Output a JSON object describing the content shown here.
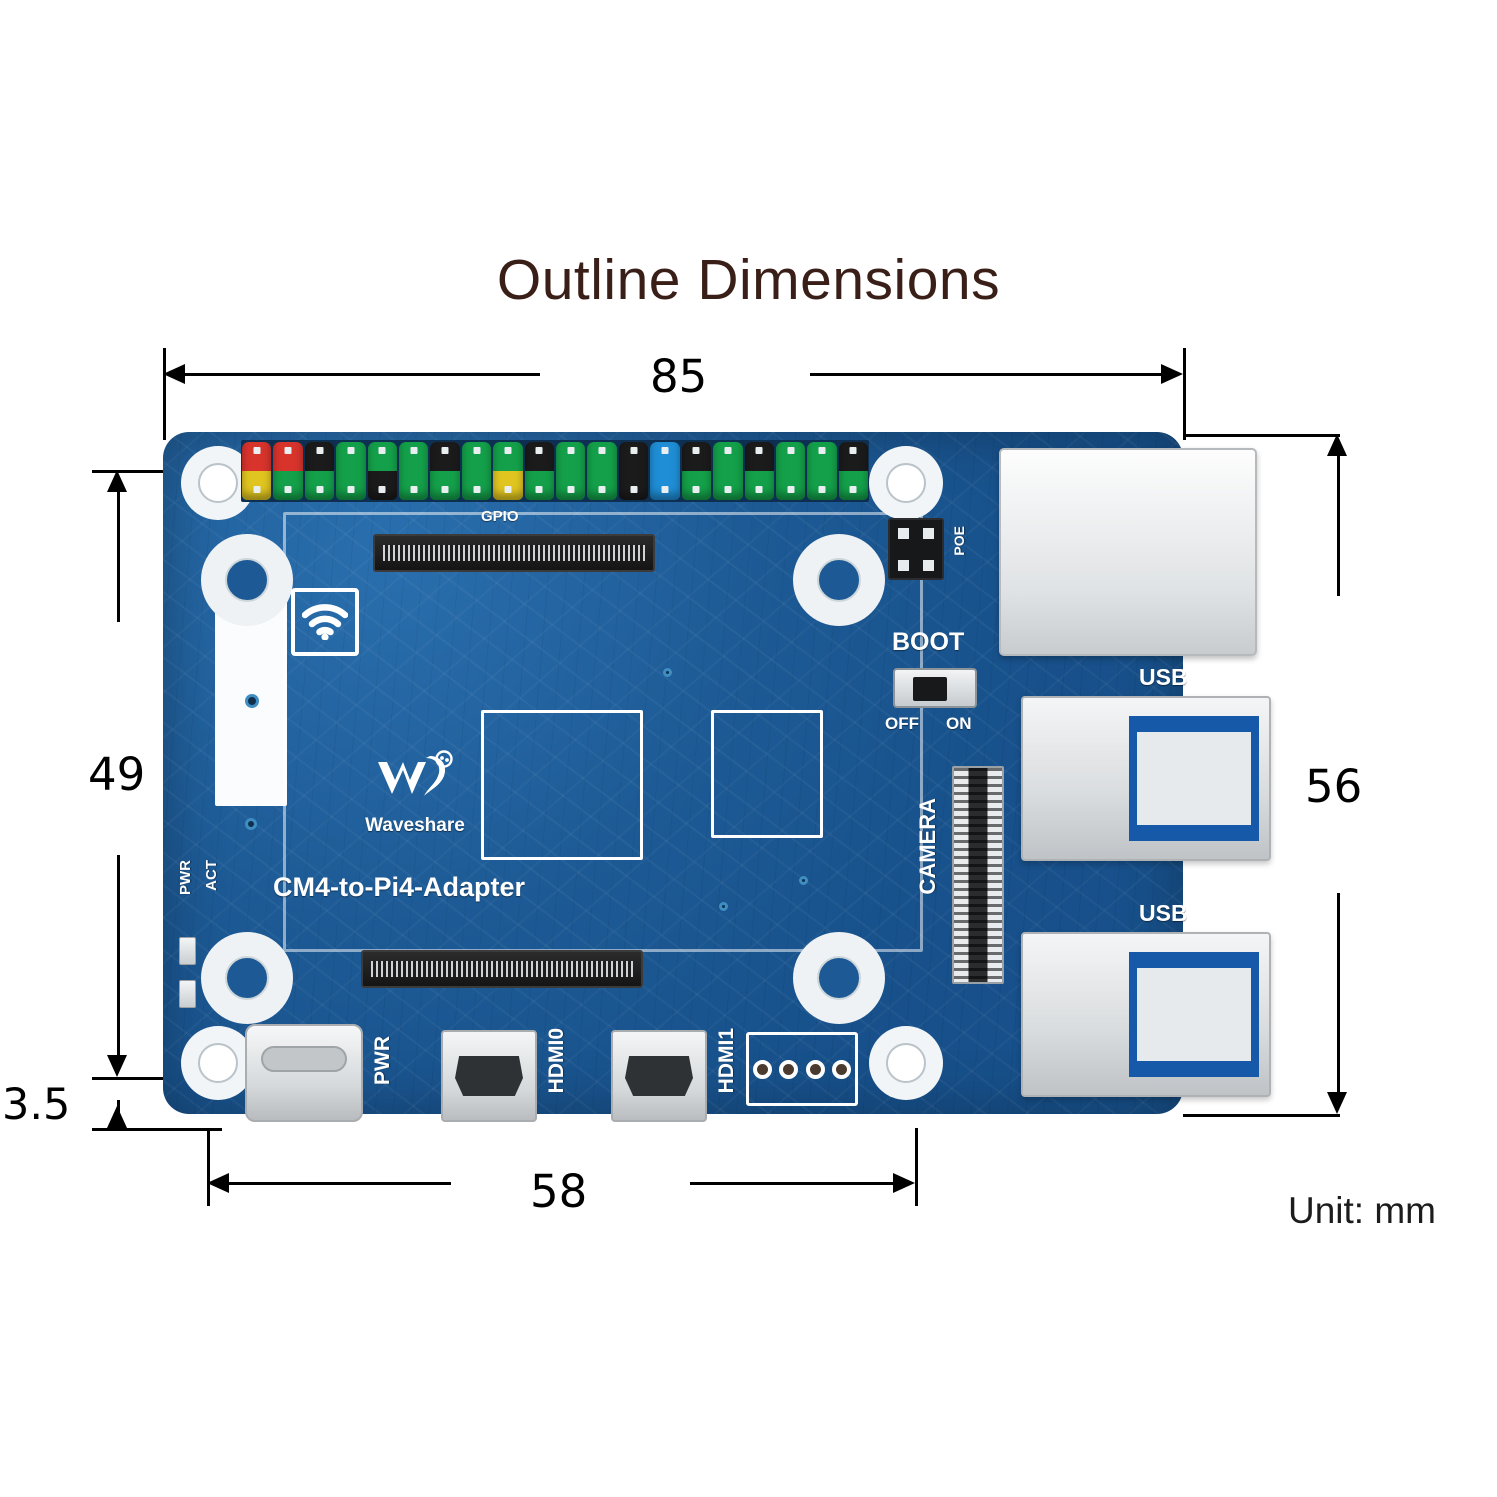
{
  "title": "Outline Dimensions",
  "unit_note": "Unit: mm",
  "colors": {
    "title": "#3a1f18",
    "pcb_blue": "#1d5a95",
    "dimension_line": "#000000",
    "silkscreen": "#ffffff",
    "usb_blue": "#1559a8"
  },
  "dimensions": {
    "width_top": "85",
    "width_bottom": "58",
    "height_left": "49",
    "height_right": "56",
    "offset_bottom_left": "3.5"
  },
  "board": {
    "product_name": "CM4-to-Pi4-Adapter",
    "brand": "Waveshare",
    "silkscreen": {
      "gpio": "GPIO",
      "poe": "POE",
      "boot": "BOOT",
      "boot_off": "OFF",
      "boot_on": "ON",
      "camera": "CAMERA",
      "usb_top": "USB",
      "usb_bottom": "USB",
      "power": "PWR",
      "hdmi0": "HDMI0",
      "hdmi1": "HDMI1",
      "led_pwr": "PWR",
      "led_act": "ACT"
    },
    "gpio_pin_colors": [
      "#d8342c",
      "#d8342c",
      "#1b1b1b",
      "#14a04a",
      "#14a04a",
      "#14a04a",
      "#14a04a",
      "#1b1b1b",
      "#14a04a",
      "#14a04a",
      "#1b1b1b",
      "#14a04a",
      "#14a04a",
      "#14a04a",
      "#1b1b1b",
      "#1f8ed6",
      "#1b1b1b",
      "#14a04a",
      "#14a04a",
      "#1b1b1b"
    ],
    "gpio_pin_colors_bottom": [
      "#e0c520",
      "#14a04a",
      "#14a04a",
      "#14a04a",
      "#1b1b1b",
      "#14a04a",
      "#14a04a",
      "#14a04a",
      "#e0c520",
      "#14a04a",
      "#14a04a",
      "#14a04a",
      "#14a04a",
      "#1b1b1b",
      "#14a04a",
      "#1f8ed6",
      "#14a04a",
      "#14a04a",
      "#14a04a",
      "#14a04a"
    ]
  }
}
